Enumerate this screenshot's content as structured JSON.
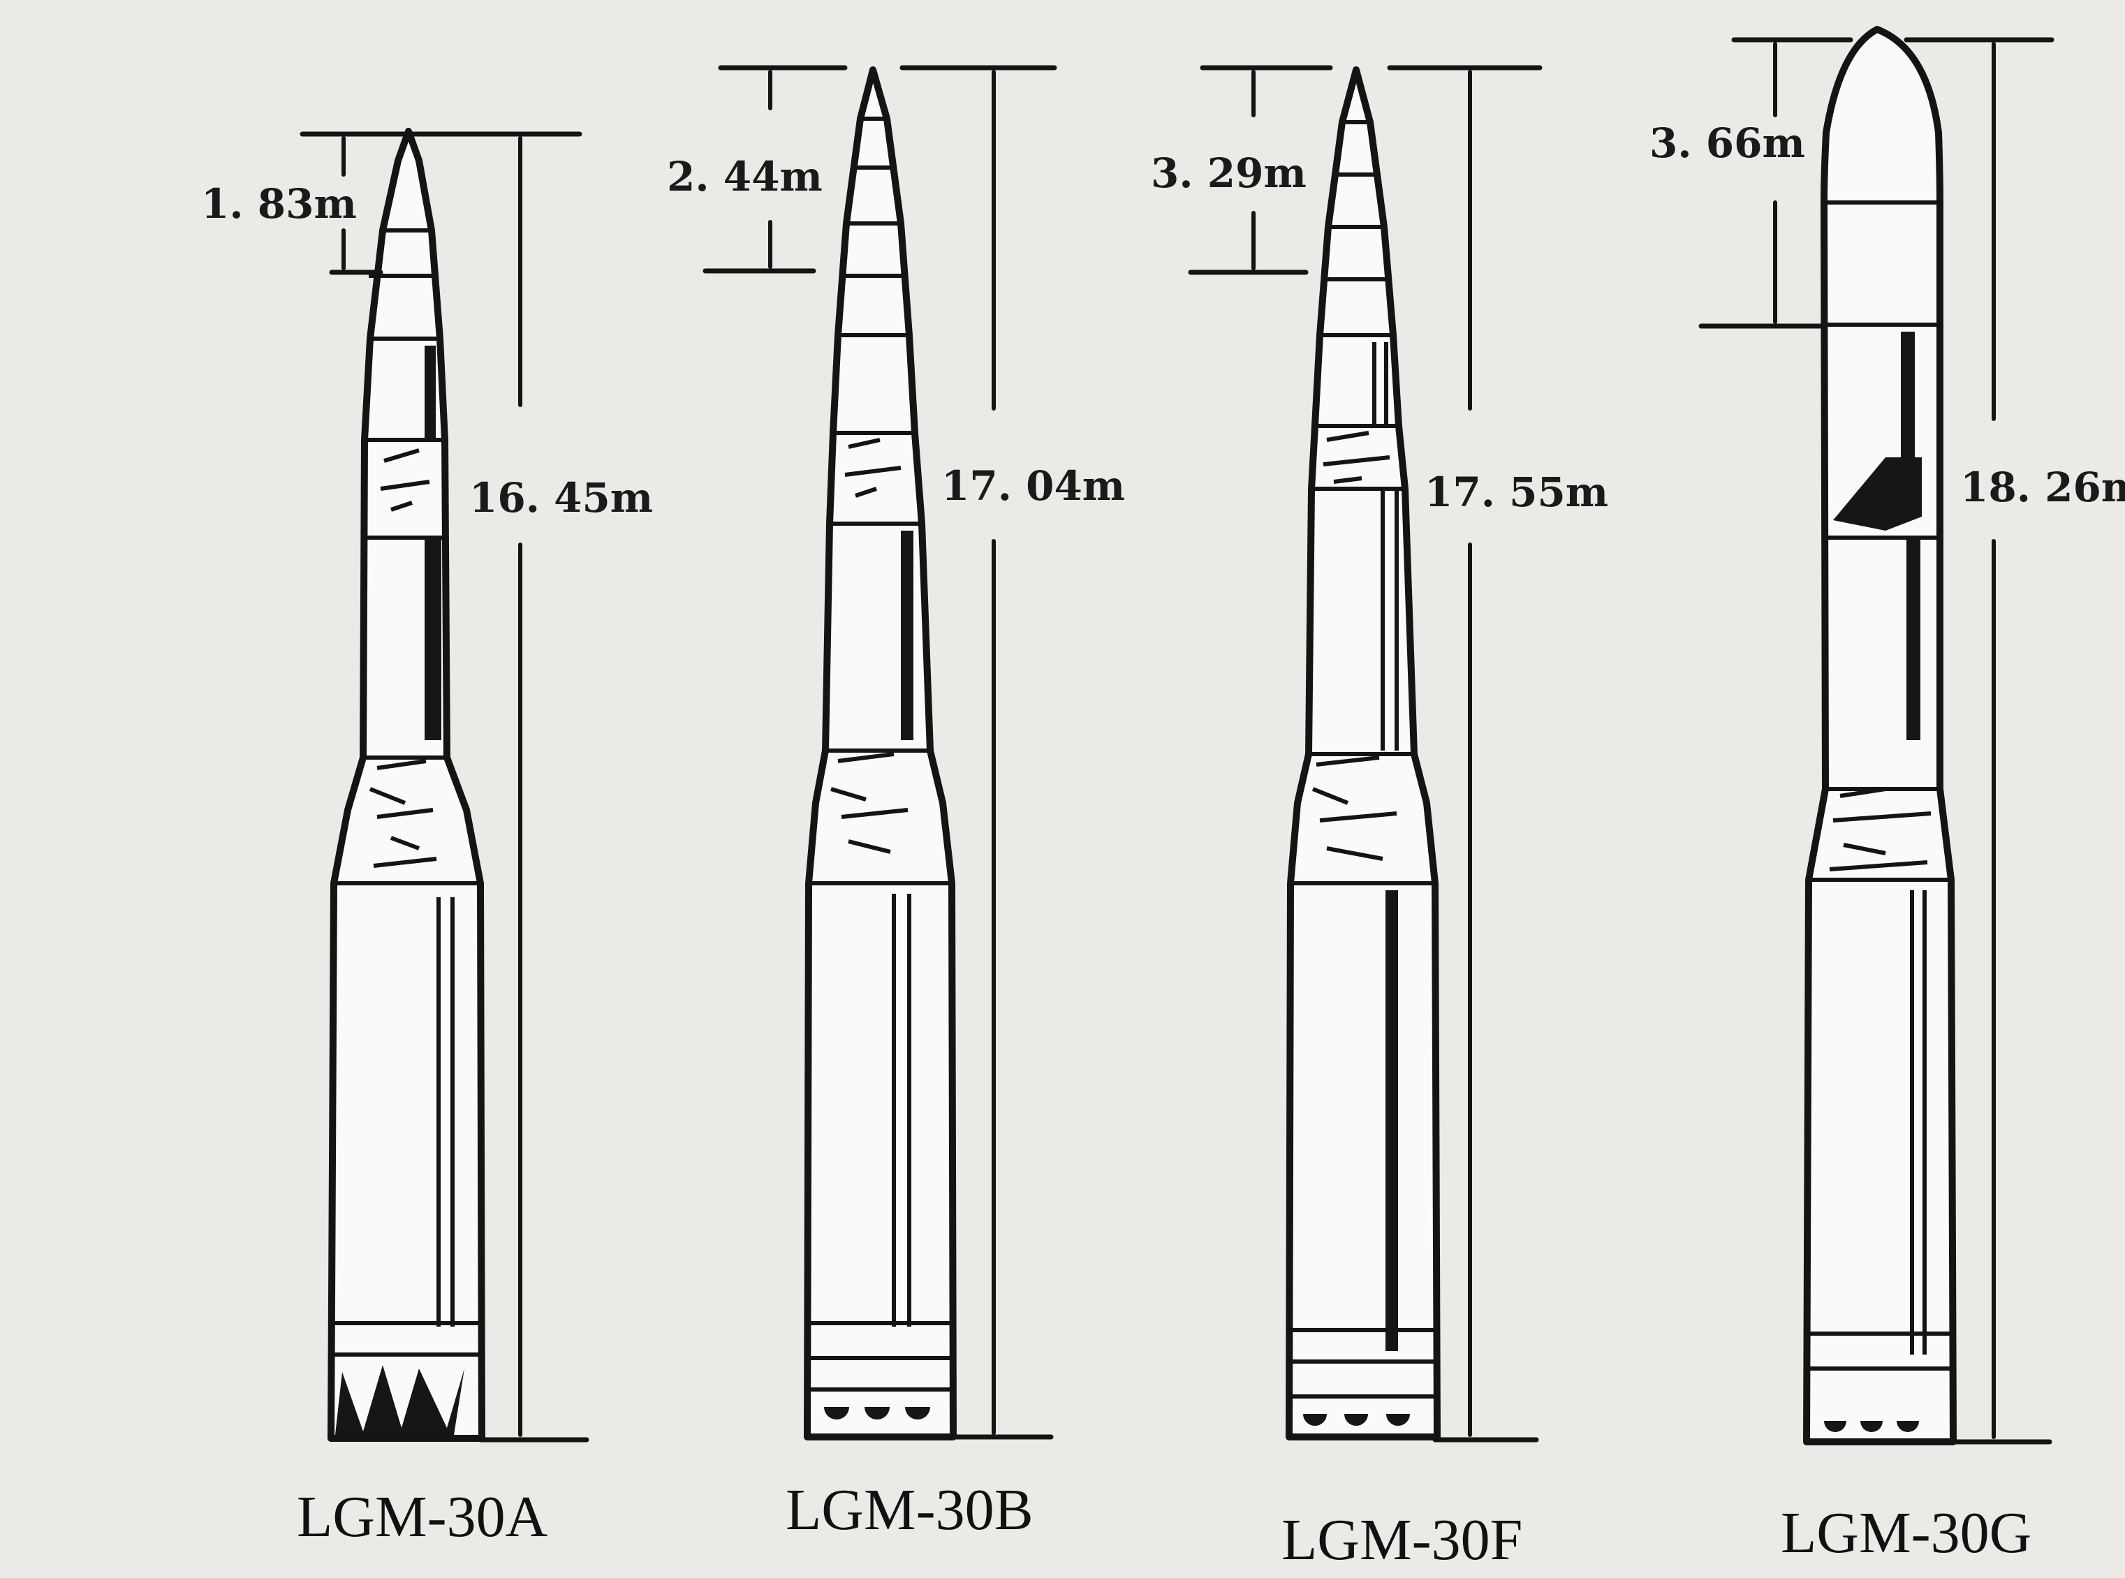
{
  "missiles": [
    {
      "model": "LGM-30A",
      "nose_length": "1. 83m",
      "total_length": "16. 45m"
    },
    {
      "model": "LGM-30B",
      "nose_length": "2. 44m",
      "total_length": "17. 04m"
    },
    {
      "model": "LGM-30F",
      "nose_length": "3. 29m",
      "total_length": "17. 55m"
    },
    {
      "model": "LGM-30G",
      "nose_length": "3. 66m",
      "total_length": "18. 26m"
    }
  ]
}
